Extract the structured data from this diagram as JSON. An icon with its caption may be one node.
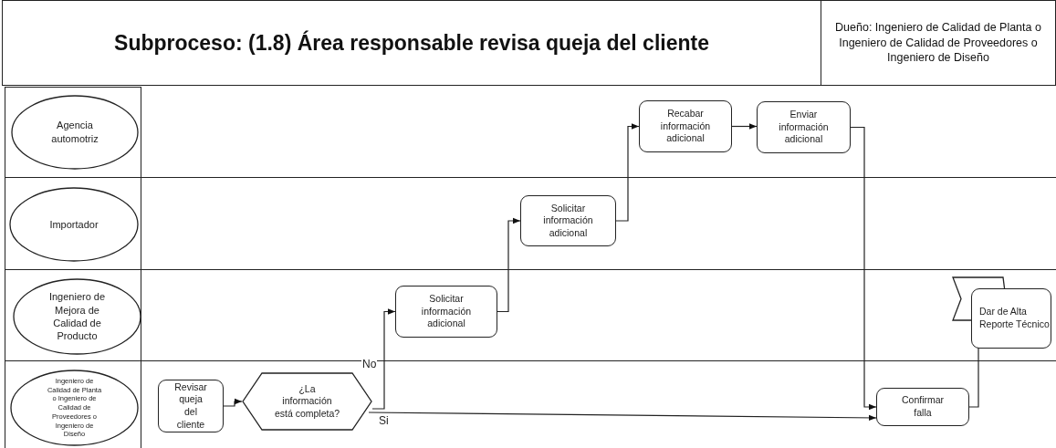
{
  "diagram": {
    "title": "Subproceso: (1.8) Área responsable revisa queja del cliente",
    "nodes": [
      {
        "text": [
          "Agencia automotriz"
        ]
      },
      {
        "text": [
          "Importador"
        ]
      },
      {
        "text": [
          "Ingeniero de Mejora de Calidad de Producto"
        ]
      },
      {
        "text": [
          "Ingeniero de Calidad de Planta o Ingeniero de Calidad de Proveedores o Ingeniero de Diseño"
        ]
      },
      {
        "text": [
          "Recabar información adicional"
        ]
      },
      {
        "text": [
          "Enviar información adicional"
        ]
      },
      {
        "text": [
          "Solicitar información adicional"
        ]
      },
      {
        "text": [
          "Solicitar información adicional"
        ]
      },
      {
        "text": [],
        "shape": "flag"
      },
      {
        "text": [
          "Dar de Alta Reporte Técnico"
        ]
      },
      {
        "text": [
          "Revisar queja del cliente"
        ]
      },
      {
        "text": [
          "¿La información está completa?"
        ]
      },
      {
        "text": [
          "Confirmar falla"
        ]
      }
    ],
    "edges": [
      {
        "from": 10,
        "to": 11,
        "arrow": "to"
      },
      {
        "from": 11,
        "to": 7,
        "arrow": "to",
        "label": "No"
      },
      {
        "from": 11,
        "to": 12,
        "arrow": "to",
        "label": "Si"
      },
      {
        "from": 7,
        "to": 6,
        "arrow": "to"
      },
      {
        "from": 6,
        "to": 4,
        "arrow": "to"
      },
      {
        "from": 4,
        "to": 5,
        "arrow": "to"
      },
      {
        "from": 5,
        "to": 12,
        "arrow": "to"
      },
      {
        "from": 12,
        "to": 9,
        "arrow": "to"
      }
    ],
    "labels": [
      "Dueño: Ingeniero de Calidad de Planta o Ingeniero de Calidad de Proveedores o Ingeniero de Diseño"
    ]
  }
}
